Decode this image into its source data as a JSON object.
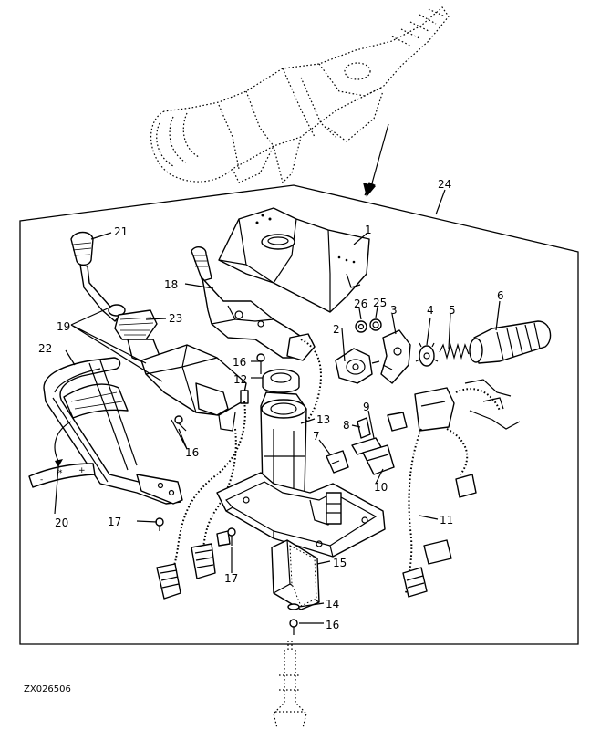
{
  "callouts": [
    "1",
    "2",
    "3",
    "4",
    "5",
    "6",
    "7",
    "8",
    "9",
    "10",
    "11",
    "12",
    "13",
    "14",
    "15",
    "16",
    "16",
    "16",
    "17",
    "17",
    "18",
    "19",
    "20",
    "21",
    "22",
    "23",
    "24",
    "25",
    "26"
  ],
  "reference_code": "ZX026506",
  "scale_marks": [
    "-",
    "*",
    "+"
  ]
}
